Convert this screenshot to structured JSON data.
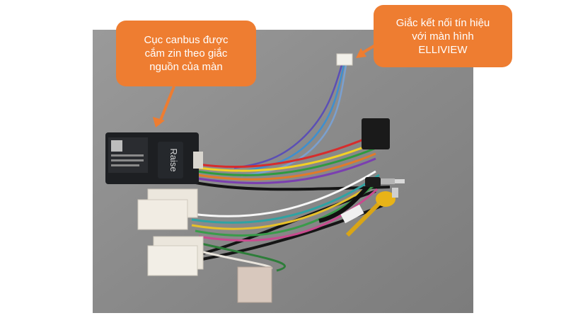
{
  "callouts": {
    "canbus": "Cục canbus được\ncắm zin theo giắc\nnguồn của màn",
    "signal": "Giắc kết nối tín hiệu\nvới màn hình\nELLIVIEW"
  },
  "device": {
    "brand": "Raise"
  },
  "colors": {
    "callout": "#ee7d31",
    "background": "#8f8f8f",
    "connector_white": "#e9e4dc",
    "rca_yellow": "#e8b317",
    "canbus_box": "#1d1f22"
  }
}
